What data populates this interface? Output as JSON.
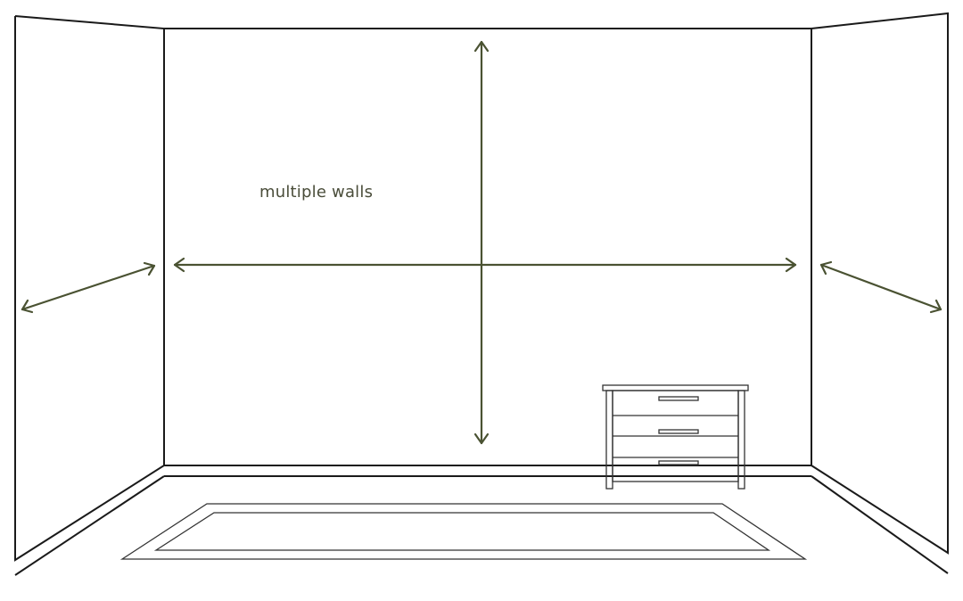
{
  "diagram": {
    "label": "multiple walls",
    "colors": {
      "arrow": "#4a5232",
      "line": "#1a1a1a",
      "text": "#4a4d3a"
    },
    "icons": [
      "room-outline",
      "dresser-icon",
      "rug-icon",
      "measurement-arrows"
    ]
  }
}
